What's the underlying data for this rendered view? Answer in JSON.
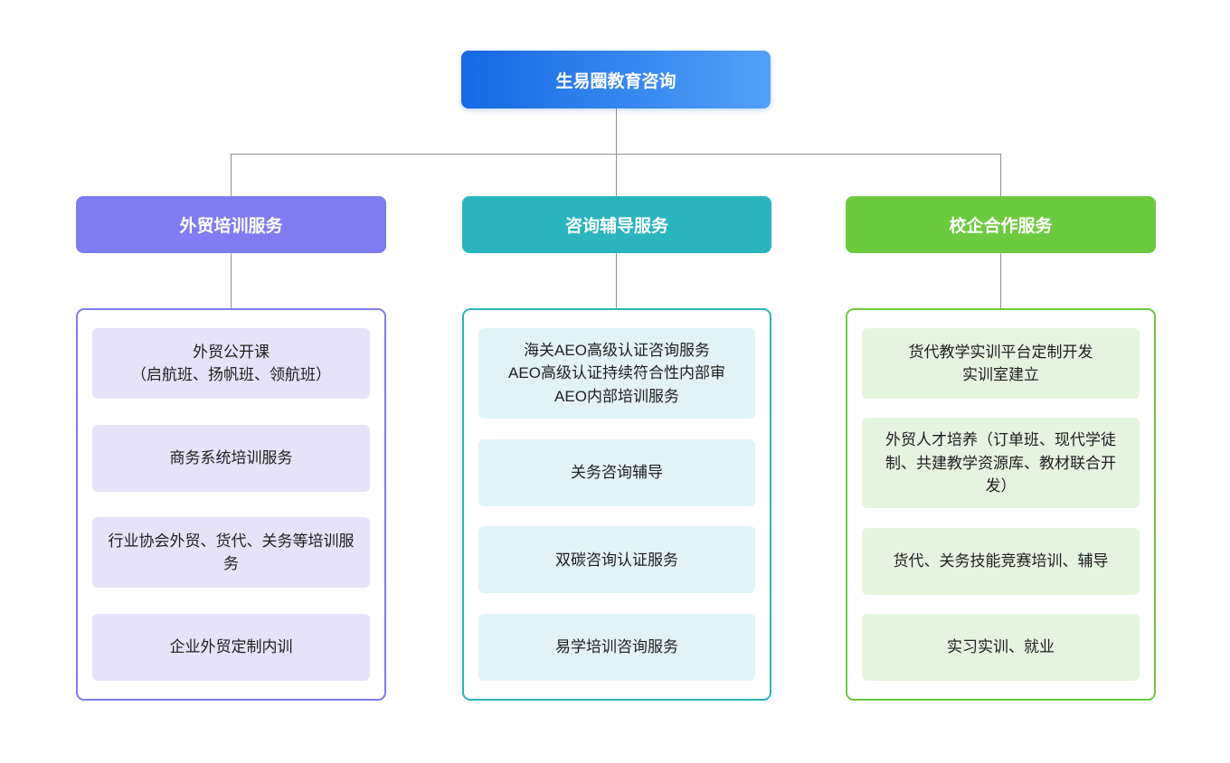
{
  "diagram": {
    "root": {
      "label": "生易圈教育咨询"
    },
    "colors": {
      "root_gradient_start": "#1668e3",
      "root_gradient_end": "#52a0f8",
      "branch_purple": "#7e7cf0",
      "branch_purple_item_bg": "#e5e2f9",
      "branch_teal": "#2ab4bd",
      "branch_teal_item_bg": "#e1f3f6",
      "branch_green": "#6dca3f",
      "branch_green_item_bg": "#e4f4df",
      "connector": "#8f8f8f"
    },
    "branches": [
      {
        "label": "外贸培训服务",
        "items": [
          "外贸公开课\n（启航班、扬帆班、领航班）",
          "商务系统培训服务",
          "行业协会外贸、货代、关务等培训服务",
          "企业外贸定制内训"
        ]
      },
      {
        "label": "咨询辅导服务",
        "items": [
          "海关AEO高级认证咨询服务\nAEO高级认证持续符合性内部审\nAEO内部培训服务",
          "关务咨询辅导",
          "双碳咨询认证服务",
          "易学培训咨询服务"
        ]
      },
      {
        "label": "校企合作服务",
        "items": [
          "货代教学实训平台定制开发\n实训室建立",
          "外贸人才培养（订单班、现代学徒制、共建教学资源库、教材联合开发）",
          "货代、关务技能竞赛培训、辅导",
          "实习实训、就业"
        ]
      }
    ]
  }
}
